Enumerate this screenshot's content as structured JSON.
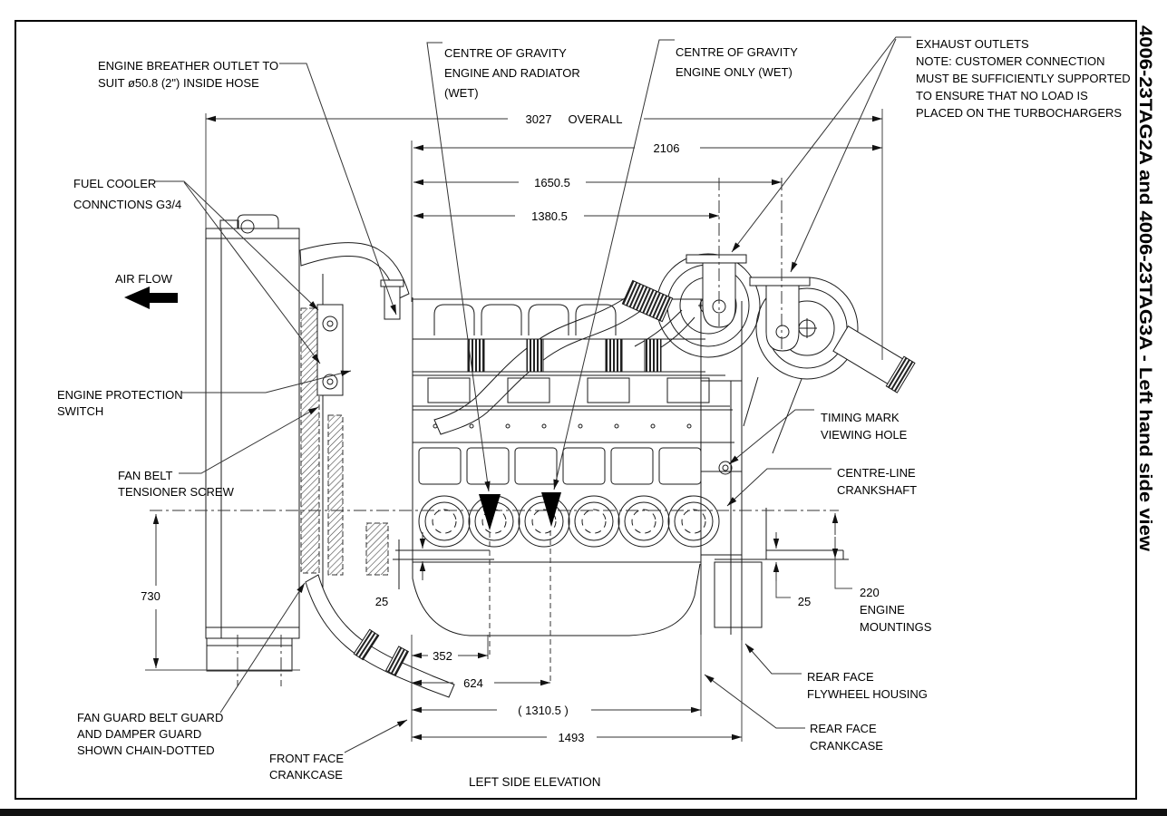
{
  "page": {
    "side_title": "4006-23TAG2A and 4006-23TAG3A - Left hand side view",
    "caption": "LEFT SIDE ELEVATION"
  },
  "colors": {
    "line": "#1a1a1a",
    "background": "#ffffff",
    "bottom_bar": "#111111"
  },
  "callouts": {
    "breather": [
      "ENGINE BREATHER OUTLET TO",
      "SUIT ø50.8 (2\") INSIDE HOSE"
    ],
    "cog_engine_radiator": [
      "CENTRE OF GRAVITY",
      "ENGINE AND RADIATOR",
      "(WET)"
    ],
    "cog_engine_only": [
      "CENTRE OF GRAVITY",
      "ENGINE ONLY (WET)"
    ],
    "exhaust_outlets": [
      "EXHAUST OUTLETS",
      "NOTE: CUSTOMER CONNECTION",
      "MUST BE SUFFICIENTLY SUPPORTED",
      "TO ENSURE THAT NO LOAD IS",
      "PLACED ON THE TURBOCHARGERS"
    ],
    "fuel_cooler": [
      "FUEL COOLER",
      "CONNCTIONS G3/4"
    ],
    "air_flow": [
      "AIR FLOW"
    ],
    "engine_protection": [
      "ENGINE PROTECTION",
      "SWITCH"
    ],
    "fan_belt_tensioner": [
      "FAN BELT",
      "TENSIONER SCREW"
    ],
    "fan_guard": [
      "FAN GUARD BELT GUARD",
      "AND DAMPER GUARD",
      "SHOWN CHAIN-DOTTED"
    ],
    "front_face_crankcase": [
      "FRONT FACE",
      "CRANKCASE"
    ],
    "timing_mark": [
      "TIMING MARK",
      "VIEWING HOLE"
    ],
    "centre_line_crankshaft": [
      "CENTRE-LINE",
      "CRANKSHAFT"
    ],
    "engine_mountings": [
      "220",
      "ENGINE",
      "MOUNTINGS"
    ],
    "rear_face_flywheel": [
      "REAR FACE",
      "FLYWHEEL HOUSING"
    ],
    "rear_face_crankcase": [
      "REAR FACE",
      "CRANKCASE"
    ]
  },
  "dims": {
    "overall": "3027",
    "overall_label": "OVERALL",
    "d2106": "2106",
    "d1650": "1650.5",
    "d1380": "1380.5",
    "d730": "730",
    "d352": "352",
    "d624": "624",
    "d1310": "( 1310.5 )",
    "d1493": "1493",
    "d25_front": "25",
    "d25_rear": "25"
  }
}
